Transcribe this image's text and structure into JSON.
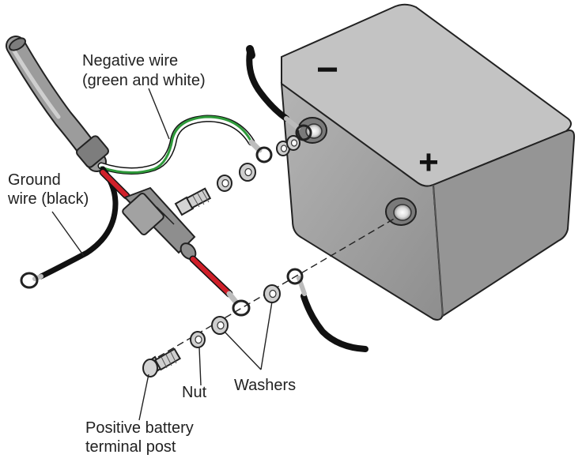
{
  "labels": {
    "negative_wire": [
      "Negative wire",
      "(green and white)"
    ],
    "ground_wire": [
      "Ground",
      "wire (black)"
    ],
    "nut": "Nut",
    "washers": "Washers",
    "positive_post": [
      "Positive battery",
      "terminal post"
    ],
    "minus_symbol": "−",
    "plus_symbol": "+"
  },
  "colors": {
    "battery_front": "#a7a7a7",
    "battery_top": "#c2c2c2",
    "battery_side": "#909090",
    "wire_black": "#111111",
    "wire_red": "#d0202a",
    "wire_green": "#2e9a3a",
    "cable_jacket": "#8a8a8a",
    "hardware": "#c8c8c8",
    "text": "#222222"
  }
}
